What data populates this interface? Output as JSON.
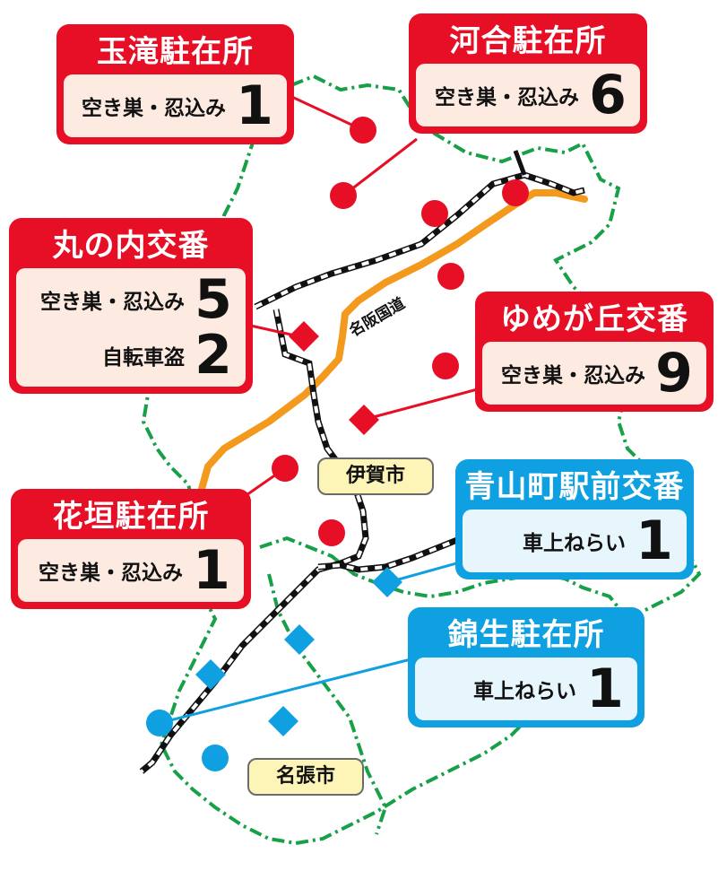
{
  "stations": {
    "tamataki": {
      "name": "玉滝駐在所",
      "crimes": [
        {
          "label": "空き巣・忍込み",
          "count": "1"
        }
      ]
    },
    "kawai": {
      "name": "河合駐在所",
      "crimes": [
        {
          "label": "空き巣・忍込み",
          "count": "6"
        }
      ]
    },
    "marunouchi": {
      "name": "丸の内交番",
      "crimes": [
        {
          "label": "空き巣・忍込み",
          "count": "5"
        },
        {
          "label": "自転車盗",
          "count": "2"
        }
      ]
    },
    "yumegaoka": {
      "name": "ゆめが丘交番",
      "crimes": [
        {
          "label": "空き巣・忍込み",
          "count": "9"
        }
      ]
    },
    "aoyamacho": {
      "name": "青山町駅前交番",
      "crimes": [
        {
          "label": "車上ねらい",
          "count": "1"
        }
      ]
    },
    "hanagaki": {
      "name": "花垣駐在所",
      "crimes": [
        {
          "label": "空き巣・忍込み",
          "count": "1"
        }
      ]
    },
    "nishikio": {
      "name": "錦生駐在所",
      "crimes": [
        {
          "label": "車上ねらい",
          "count": "1"
        }
      ]
    }
  },
  "cities": {
    "iga": "伊賀市",
    "nabari": "名張市"
  },
  "road": {
    "name": "名阪国道"
  },
  "colors": {
    "police_red": "#e60f25",
    "police_blue": "#0ea0e0",
    "road_orange": "#f39a1e",
    "border_green": "#17a048"
  }
}
